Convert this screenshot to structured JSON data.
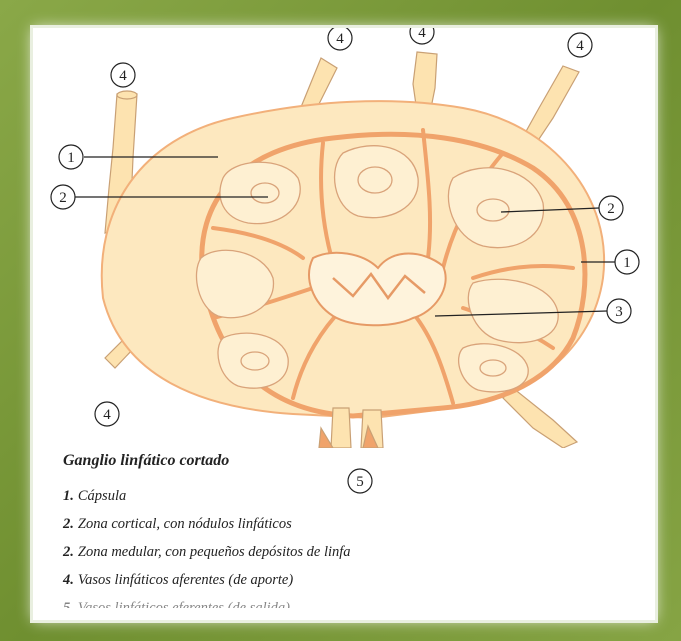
{
  "diagram": {
    "callouts": [
      "1",
      "2",
      "3",
      "4",
      "5"
    ]
  },
  "caption": {
    "title": "Ganglio linfático cortado",
    "items": [
      {
        "num": "1.",
        "text": "Cápsula"
      },
      {
        "num": "2.",
        "text": "Zona cortical, con nódulos linfáticos"
      },
      {
        "num": "2.",
        "text": "Zona medular, con pequeños depósitos de linfa"
      },
      {
        "num": "4.",
        "text": "Vasos linfáticos aferentes (de aporte)"
      },
      {
        "num": "5.",
        "text": "Vasos linfáticos eferentes (de salida)"
      }
    ]
  },
  "colors": {
    "background": "#7a9a3a",
    "node_fill": "#fde8bf",
    "node_stroke": "#f0a36b",
    "vessel": "#fde3b0"
  }
}
